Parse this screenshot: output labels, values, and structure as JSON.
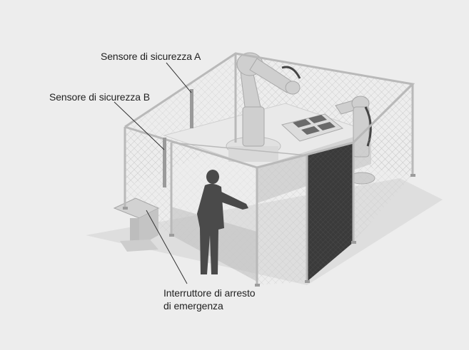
{
  "labels": {
    "sensor_a": "Sensore di sicurezza A",
    "sensor_b": "Sensore di sicurezza B",
    "emergency_line1": "Interruttore di arresto",
    "emergency_line2": "di emergenza"
  },
  "colors": {
    "background": "#ededed",
    "frame": "#b9b9b9",
    "mesh": "#c4c4c4",
    "dark_panel": "#3a3a3a",
    "operator": "#4a4a4a",
    "robot": "#cfcfcf",
    "leader_line": "#333333"
  }
}
